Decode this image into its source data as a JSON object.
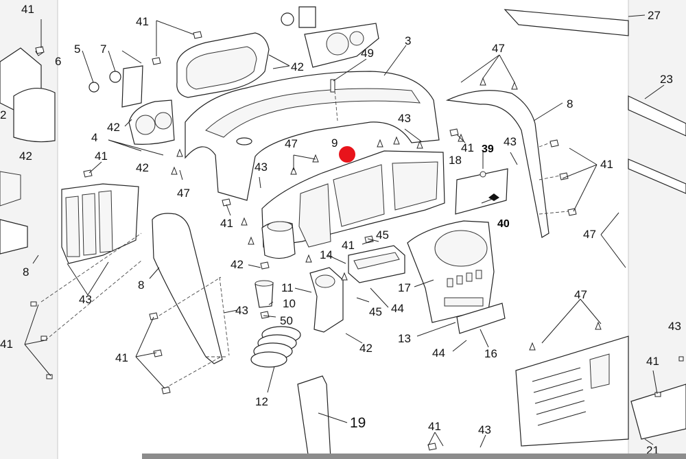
{
  "diagram": {
    "callouts": [
      {
        "id": "c1",
        "text": "41"
      },
      {
        "id": "c2",
        "text": "41"
      },
      {
        "id": "c3",
        "text": "27"
      },
      {
        "id": "c4",
        "text": "5"
      },
      {
        "id": "c5",
        "text": "7"
      },
      {
        "id": "c6",
        "text": "6"
      },
      {
        "id": "c7",
        "text": "42"
      },
      {
        "id": "c8",
        "text": "49"
      },
      {
        "id": "c9",
        "text": "3"
      },
      {
        "id": "c10",
        "text": "47"
      },
      {
        "id": "c11",
        "text": "23"
      },
      {
        "id": "c12",
        "text": "42"
      },
      {
        "id": "c13",
        "text": "2"
      },
      {
        "id": "c14",
        "text": "4"
      },
      {
        "id": "c15",
        "text": "42"
      },
      {
        "id": "c16",
        "text": "8"
      },
      {
        "id": "c17",
        "text": "43"
      },
      {
        "id": "c18",
        "text": "41"
      },
      {
        "id": "c19",
        "text": "39"
      },
      {
        "id": "c20",
        "text": "43"
      },
      {
        "id": "c21",
        "text": "9"
      },
      {
        "id": "c22",
        "text": "47"
      },
      {
        "id": "c23",
        "text": "18"
      },
      {
        "id": "c24",
        "text": "42"
      },
      {
        "id": "c25",
        "text": "41"
      },
      {
        "id": "c26",
        "text": "41"
      },
      {
        "id": "c27",
        "text": "43"
      },
      {
        "id": "c28",
        "text": "47"
      },
      {
        "id": "c29",
        "text": "40"
      },
      {
        "id": "c30",
        "text": "41"
      },
      {
        "id": "c31",
        "text": "47"
      },
      {
        "id": "c32",
        "text": "45"
      },
      {
        "id": "c33",
        "text": "41"
      },
      {
        "id": "c34",
        "text": "42"
      },
      {
        "id": "c35",
        "text": "14"
      },
      {
        "id": "c36",
        "text": "8"
      },
      {
        "id": "c37",
        "text": "8"
      },
      {
        "id": "c38",
        "text": "43"
      },
      {
        "id": "c39",
        "text": "11"
      },
      {
        "id": "c40",
        "text": "17"
      },
      {
        "id": "c41",
        "text": "10"
      },
      {
        "id": "c42",
        "text": "43"
      },
      {
        "id": "c43",
        "text": "44"
      },
      {
        "id": "c44",
        "text": "45"
      },
      {
        "id": "c45",
        "text": "50"
      },
      {
        "id": "c46",
        "text": "47"
      },
      {
        "id": "c47",
        "text": "13"
      },
      {
        "id": "c48",
        "text": "41"
      },
      {
        "id": "c49",
        "text": "42"
      },
      {
        "id": "c50",
        "text": "44"
      },
      {
        "id": "c51",
        "text": "16"
      },
      {
        "id": "c52",
        "text": "43"
      },
      {
        "id": "c53",
        "text": "41"
      },
      {
        "id": "c54",
        "text": "41"
      },
      {
        "id": "c55",
        "text": "12"
      },
      {
        "id": "c56",
        "text": "19"
      },
      {
        "id": "c57",
        "text": "41"
      },
      {
        "id": "c58",
        "text": "43"
      },
      {
        "id": "c59",
        "text": "21"
      }
    ],
    "highlight_color": "#e8141b",
    "highlighted_part": "9"
  }
}
